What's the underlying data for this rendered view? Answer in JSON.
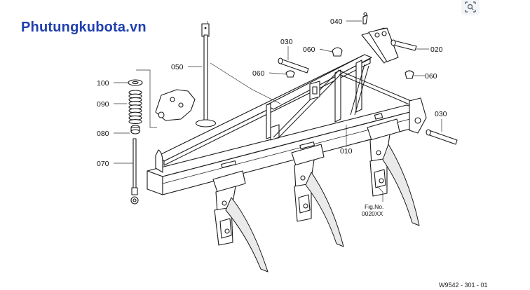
{
  "header": {
    "brand": "Phutungkubota.vn"
  },
  "parts": [
    {
      "id": "p100",
      "text": "100"
    },
    {
      "id": "p090",
      "text": "090"
    },
    {
      "id": "p080",
      "text": "080"
    },
    {
      "id": "p070",
      "text": "070"
    },
    {
      "id": "p050",
      "text": "050"
    },
    {
      "id": "p030a",
      "text": "030"
    },
    {
      "id": "p060a",
      "text": "060"
    },
    {
      "id": "p060b",
      "text": "060"
    },
    {
      "id": "p040",
      "text": "040"
    },
    {
      "id": "p020",
      "text": "020"
    },
    {
      "id": "p060c",
      "text": "060"
    },
    {
      "id": "p030b",
      "text": "030"
    },
    {
      "id": "p010",
      "text": "010"
    }
  ],
  "figure": {
    "line1": "Fig.No.",
    "line2": "0020XX"
  },
  "footer": {
    "reference": "W9542 - 301 - 01"
  },
  "icons": {
    "search": "image-search-icon"
  },
  "colors": {
    "brand": "#1f3fb0",
    "lines": "#1a1a1a"
  }
}
